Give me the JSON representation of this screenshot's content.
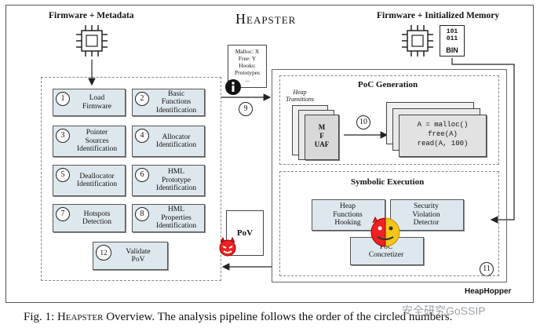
{
  "title": "Heapster",
  "headers": {
    "left": "Firmware + Metadata",
    "right": "Firmware + Initialized Memory"
  },
  "bin_icon": {
    "line1": "101",
    "line2": "011",
    "label": "BIN"
  },
  "metadata_note": [
    "Malloc: X",
    "Free: Y",
    "Hooks:",
    "Prototypes",
    "..."
  ],
  "steps": [
    {
      "num": "1",
      "label": "Load\nFirmware"
    },
    {
      "num": "2",
      "label": "Basic\nFunctions\nIdentification"
    },
    {
      "num": "3",
      "label": "Pointer\nSources\nIdentification"
    },
    {
      "num": "4",
      "label": "Allocator\nIdentification"
    },
    {
      "num": "5",
      "label": "Deallocator\nIdentification"
    },
    {
      "num": "6",
      "label": "HML\nPrototype\nIdentification"
    },
    {
      "num": "7",
      "label": "Hotspots\nDetection"
    },
    {
      "num": "8",
      "label": "HML\nProperties\nIdentification"
    },
    {
      "num": "12",
      "label": "Validate\nPoV"
    }
  ],
  "arrow_step": "9",
  "pov_label": "PoV",
  "heaphopper": {
    "label": "HeapHopper",
    "number": "11",
    "poc_generation": {
      "title": "PoC Generation",
      "heap_transitions": "Heap\nTransitions",
      "stack_letters": [
        "M",
        "F",
        "UAF"
      ],
      "arrow_step": "10",
      "code_lines": [
        "A = malloc()",
        "free(A)",
        "read(A, 100)"
      ]
    },
    "symbolic_execution": {
      "title": "Symbolic Execution",
      "boxes": [
        "Heap\nFunctions\nHooking",
        "Security\nViolation\nDetector",
        "PoC\nConcretizer"
      ]
    }
  },
  "caption": {
    "prefix": "Fig. 1: ",
    "name": "Heapster",
    "text": " Overview. The analysis pipeline follows the order of the circled numbers."
  },
  "watermark": "安全研究GoSSIP",
  "colors": {
    "box_fill": "#dde8ee",
    "border": "#555555"
  }
}
